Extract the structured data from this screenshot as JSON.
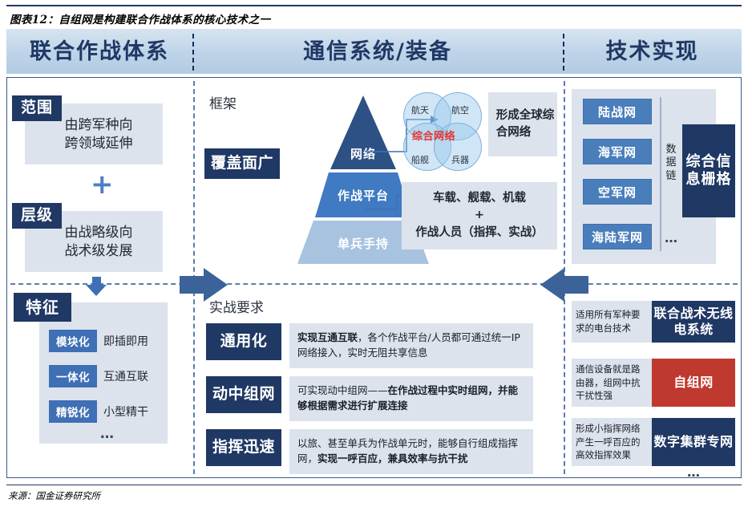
{
  "caption": "图表12：自组网是构建联合作战体系的核心技术之一",
  "header": {
    "col1": "联合作战体系",
    "col2": "通信系统/装备",
    "col3": "技术实现"
  },
  "left": {
    "scope": {
      "badge": "范围",
      "text_line1": "由跨军种向",
      "text_line2": "跨领域延伸"
    },
    "plus": "+",
    "level": {
      "badge": "层级",
      "text_line1": "由战略级向",
      "text_line2": "战术级发展"
    },
    "feature": {
      "badge": "特征",
      "items": [
        {
          "tag": "模块化",
          "label": "即插即用"
        },
        {
          "tag": "一体化",
          "label": "互通互联"
        },
        {
          "tag": "精锐化",
          "label": "小型精干"
        }
      ],
      "more": "…"
    }
  },
  "middle": {
    "framework_title": "框架",
    "coverage_badge": "覆盖面广",
    "pyramid": [
      {
        "label": "网络"
      },
      {
        "label": "作战平台"
      },
      {
        "label": "单兵手持"
      }
    ],
    "venn": {
      "labels": [
        "航天",
        "航空",
        "船舰",
        "兵器"
      ],
      "center": "综合网络"
    },
    "venn_result_line1": "形成全球综",
    "venn_result_line2": "合网络",
    "platform_line1": "车载、舰载、机载",
    "platform_line2": "+",
    "platform_line3": "作战人员（指挥、实战）",
    "practice_title": "实战要求",
    "requirements": [
      {
        "badge": "通用化",
        "bold1": "实现互通互联",
        "rest1": "，各个作战平台/人员都可通过统一IP网络接入，实时无阻共享信息"
      },
      {
        "badge": "动中组网",
        "plain1": "可实现动中组网——",
        "bold1": "在作战过程中实时组网，并能够根据需求进行扩展连接"
      },
      {
        "badge": "指挥迅速",
        "plain1": "以旅、甚至单兵为作战单元时，能够自行组成指挥网，",
        "bold1": "实现一呼百应，兼具效率与抗干扰"
      }
    ]
  },
  "right": {
    "networks": [
      "陆战网",
      "海军网",
      "空军网",
      "海陆军网"
    ],
    "datalink": "数据链",
    "grid_box": "综合信息栅格",
    "more": "…",
    "tech_rows": [
      {
        "desc": "适用所有军种要求的电台技术",
        "tag": "联合战术无线电系统",
        "color": "navy"
      },
      {
        "desc": "通信设备就是路由器，组网中抗干扰性强",
        "tag": "自组网",
        "color": "red"
      },
      {
        "desc": "形成小指挥网络产生一呼百应的高效指挥效果",
        "tag": "数字集群专网",
        "color": "navy"
      }
    ],
    "more2": "…"
  },
  "footer": "来源：国金证券研究所",
  "colors": {
    "navy": "#1F3864",
    "blue": "#3f6fb5",
    "light_panel": "#dce3ed",
    "red": "#c0392f",
    "venn_red": "#e8342c",
    "header_band": "#bed3e8"
  }
}
